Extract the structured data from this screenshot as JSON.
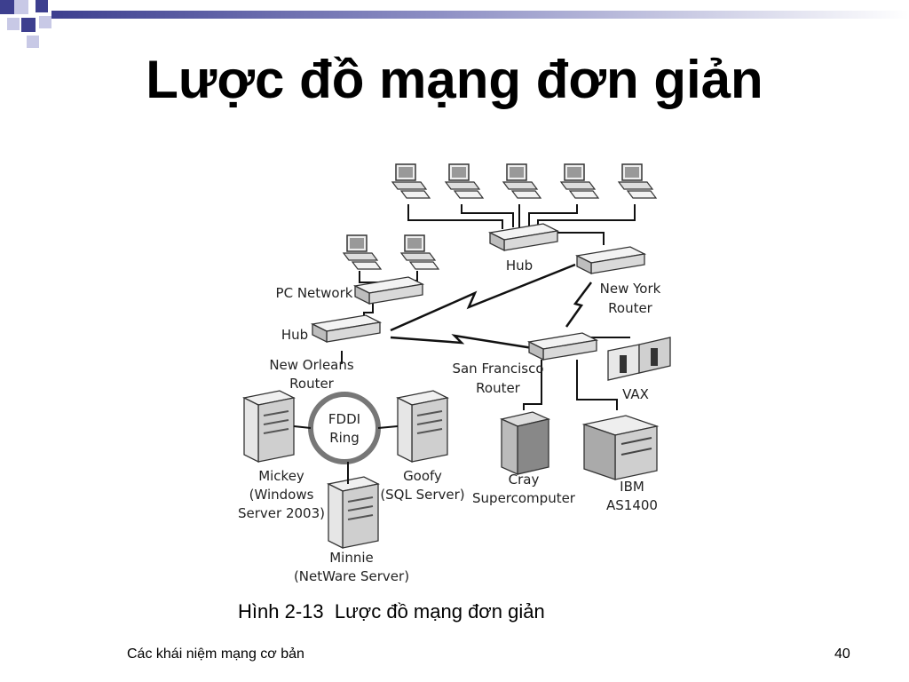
{
  "slide": {
    "title": "Lược đồ mạng đơn giản",
    "caption": "Hình 2-13  Lược đồ mạng đơn giản",
    "footer_text": "Các khái niệm mạng cơ bản",
    "page_number": "40",
    "accent_color": "#3d3f8f"
  },
  "diagram": {
    "hub_top": "Hub",
    "pc_network": "PC Network",
    "hub_left": "Hub",
    "new_orleans_1": "New Orleans",
    "new_orleans_2": "Router",
    "new_york_1": "New York",
    "new_york_2": "Router",
    "san_francisco_1": "San Francisco",
    "san_francisco_2": "Router",
    "vax": "VAX",
    "fddi_1": "FDDI",
    "fddi_2": "Ring",
    "mickey_1": "Mickey",
    "mickey_2": "(Windows",
    "mickey_3": "Server 2003)",
    "goofy_1": "Goofy",
    "goofy_2": "(SQL Server)",
    "minnie_1": "Minnie",
    "minnie_2": "(NetWare Server)",
    "cray_1": "Cray",
    "cray_2": "Supercomputer",
    "ibm_1": "IBM",
    "ibm_2": "AS1400"
  }
}
